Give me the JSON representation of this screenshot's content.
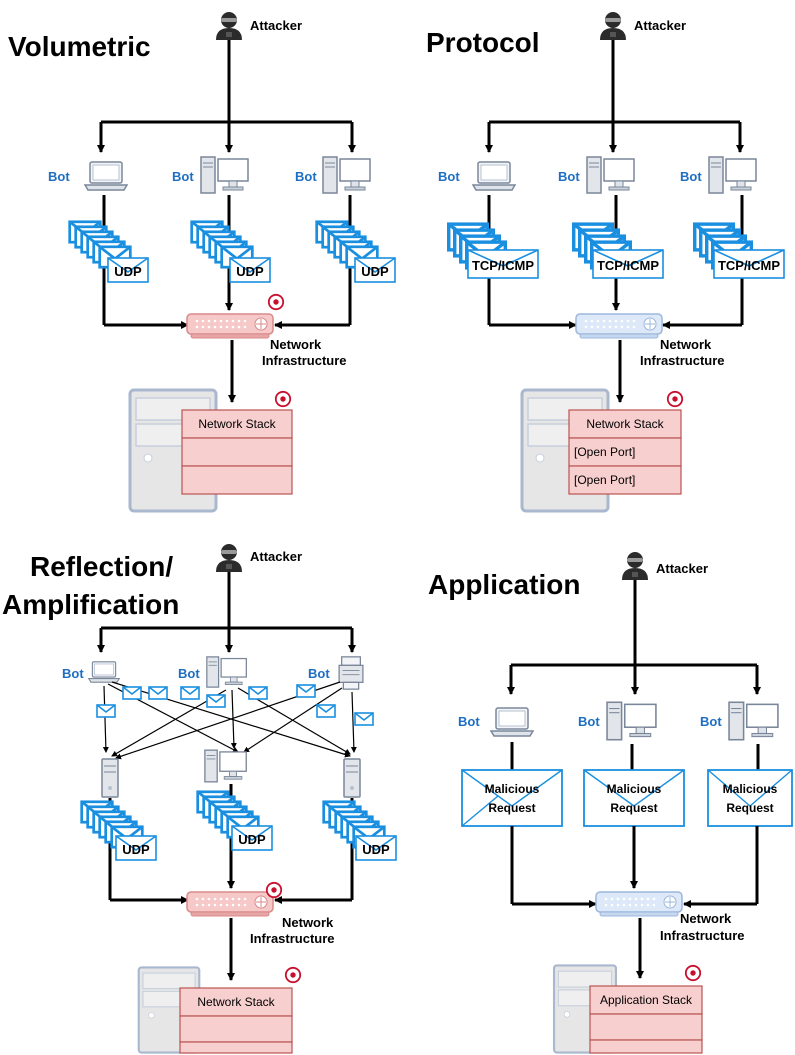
{
  "colors": {
    "bot_text": "#1e6fc4",
    "envelope_stroke": "#1a8fe0",
    "router_red": "#f6c8c8",
    "router_blue": "#dde9f8",
    "stack_fill": "#f8cfcf",
    "stack_stroke": "#b85450",
    "server_fill": "#e6e6e6",
    "target_red": "#c8102e"
  },
  "panels": {
    "volumetric": {
      "title": "Volumetric",
      "attacker": "Attacker",
      "bots": [
        "Bot",
        "Bot",
        "Bot"
      ],
      "packet": "UDP",
      "network": [
        "Network",
        "Infrastructure"
      ],
      "stack": "Network Stack"
    },
    "protocol": {
      "title": "Protocol",
      "attacker": "Attacker",
      "bots": [
        "Bot",
        "Bot",
        "Bot"
      ],
      "packet": "TCP/ICMP",
      "network": [
        "Network",
        "Infrastructure"
      ],
      "stack": "Network Stack",
      "ports": [
        "[Open Port]",
        "[Open Port]"
      ]
    },
    "reflection": {
      "title": [
        "Reflection/",
        "Amplification"
      ],
      "attacker": "Attacker",
      "bots": [
        "Bot",
        "Bot",
        "Bot"
      ],
      "packet": "UDP",
      "network": [
        "Network",
        "Infrastructure"
      ],
      "stack": "Network Stack"
    },
    "application": {
      "title": "Application",
      "attacker": "Attacker",
      "bots": [
        "Bot",
        "Bot",
        "Bot"
      ],
      "request": [
        "Malicious",
        "Request"
      ],
      "network": [
        "Network",
        "Infrastructure"
      ],
      "stack": "Application Stack"
    }
  }
}
